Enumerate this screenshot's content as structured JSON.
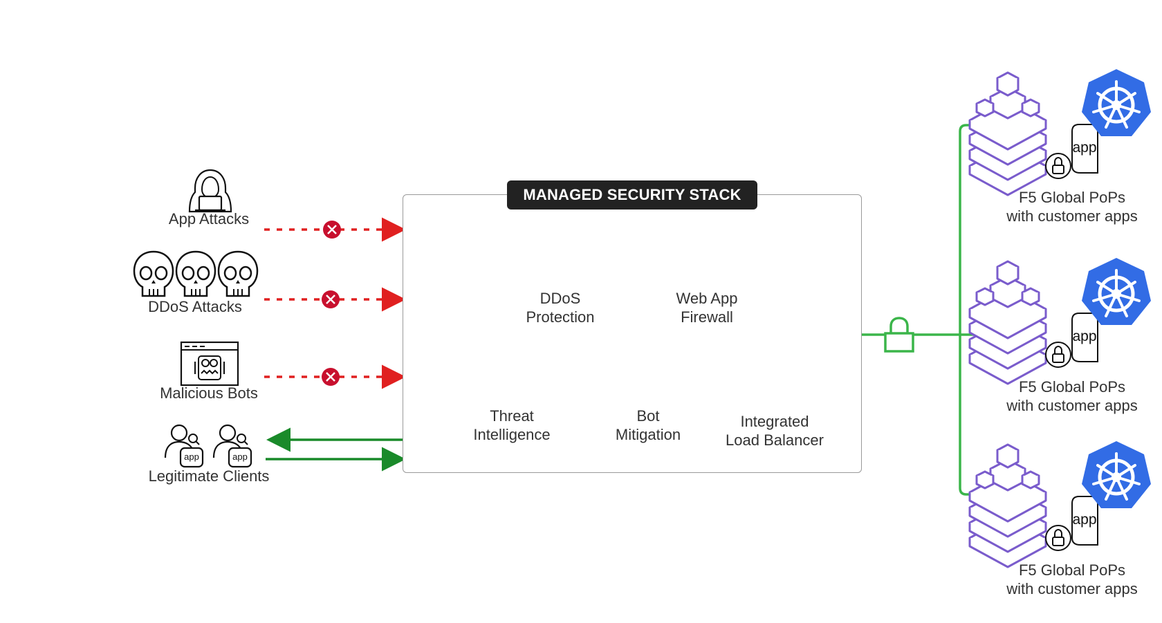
{
  "threats": {
    "app_attacks": "App Attacks",
    "ddos_attacks": "DDoS Attacks",
    "malicious_bots": "Malicious Bots",
    "legitimate_clients": "Legitimate Clients",
    "app_badge": "app"
  },
  "stack": {
    "title": "MANAGED SECURITY STACK",
    "ddos": [
      "DDoS",
      "Protection"
    ],
    "waf": [
      "Web App",
      "Firewall"
    ],
    "threat_intel": [
      "Threat",
      "Intelligence"
    ],
    "bot_mitigation": [
      "Bot",
      "Mitigation"
    ],
    "load_balancer": [
      "Integrated",
      "Load Balancer"
    ]
  },
  "pops": [
    {
      "line1": "F5 Global PoPs",
      "line2": "with customer apps",
      "app_label": "app"
    },
    {
      "line1": "F5 Global PoPs",
      "line2": "with customer apps",
      "app_label": "app"
    },
    {
      "line1": "F5 Global PoPs",
      "line2": "with customer apps",
      "app_label": "app"
    }
  ],
  "colors": {
    "blocked": "#e02020",
    "blocked_marker": "#c8102e",
    "allowed": "#1a8a2a",
    "secure_link": "#3bb54a",
    "pop_purple": "#7a5ccc",
    "k8s_blue": "#326ce5"
  }
}
